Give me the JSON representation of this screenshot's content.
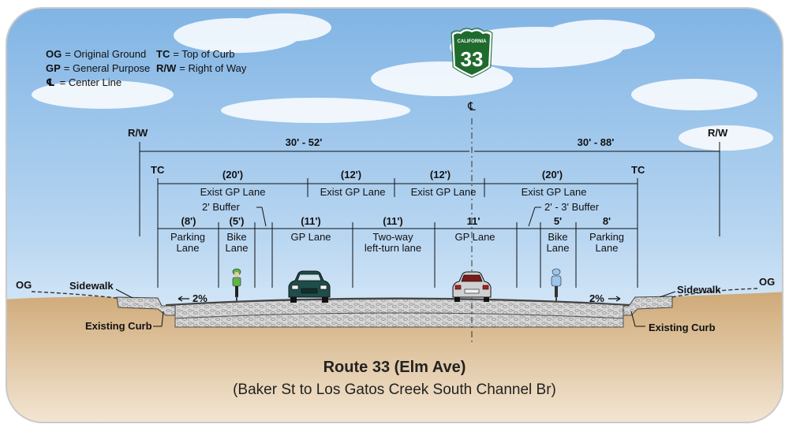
{
  "legend": [
    {
      "abbr": "OG",
      "text": "= Original Ground"
    },
    {
      "abbr": "TC",
      "text": "= Top of Curb"
    },
    {
      "abbr": "GP",
      "text": "= General Purpose"
    },
    {
      "abbr": "R/W",
      "text": "= Right of Way"
    },
    {
      "abbr": "℄",
      "text": "= Center Line"
    }
  ],
  "shield": {
    "top": "CALIFORNIA",
    "number": "33",
    "color": "#1f6b2e"
  },
  "centerline": "℄",
  "row": {
    "left_label": "R/W",
    "right_label": "R/W",
    "left_width": "30' - 52'",
    "right_width": "30' - 88'"
  },
  "curb": {
    "left": "TC",
    "right": "TC"
  },
  "top_dims": [
    {
      "width": "(20')",
      "label": "Exist GP Lane"
    },
    {
      "width": "(12')",
      "label": "Exist GP Lane"
    },
    {
      "width": "(12')",
      "label": "Exist GP Lane"
    },
    {
      "width": "(20')",
      "label": "Exist GP Lane"
    }
  ],
  "buffers": {
    "left": "2' Buffer",
    "right": "2' - 3' Buffer"
  },
  "lanes": [
    {
      "width": "(8')",
      "label": "Parking|Lane"
    },
    {
      "width": "(5')",
      "label": "Bike|Lane"
    },
    {
      "width": "(11')",
      "label": "GP Lane"
    },
    {
      "width": "(11')",
      "label": "Two-way|left-turn lane"
    },
    {
      "width": "11'",
      "label": "GP Lane"
    },
    {
      "width": "5'",
      "label": "Bike|Lane"
    },
    {
      "width": "8'",
      "label": "Parking|Lane"
    }
  ],
  "ground": {
    "left": "OG",
    "right": "OG"
  },
  "sidewalk": {
    "left": "Sidewalk",
    "right": "Sidewalk"
  },
  "slope": {
    "left": "2%",
    "right": "2%"
  },
  "existing_curb": {
    "left": "Existing Curb",
    "right": "Existing Curb"
  },
  "caption": {
    "title": "Route 33 (Elm Ave)",
    "subtitle": "(Baker St to Los Gatos Creek South Channel Br)"
  },
  "colors": {
    "sky_top": "#8fbde8",
    "sky_bottom": "#ffffff",
    "soil": "#d7b98d",
    "pavement": "#c9c9c9",
    "car_left": "#1e4d4a",
    "car_right": "#cfcfcf"
  }
}
